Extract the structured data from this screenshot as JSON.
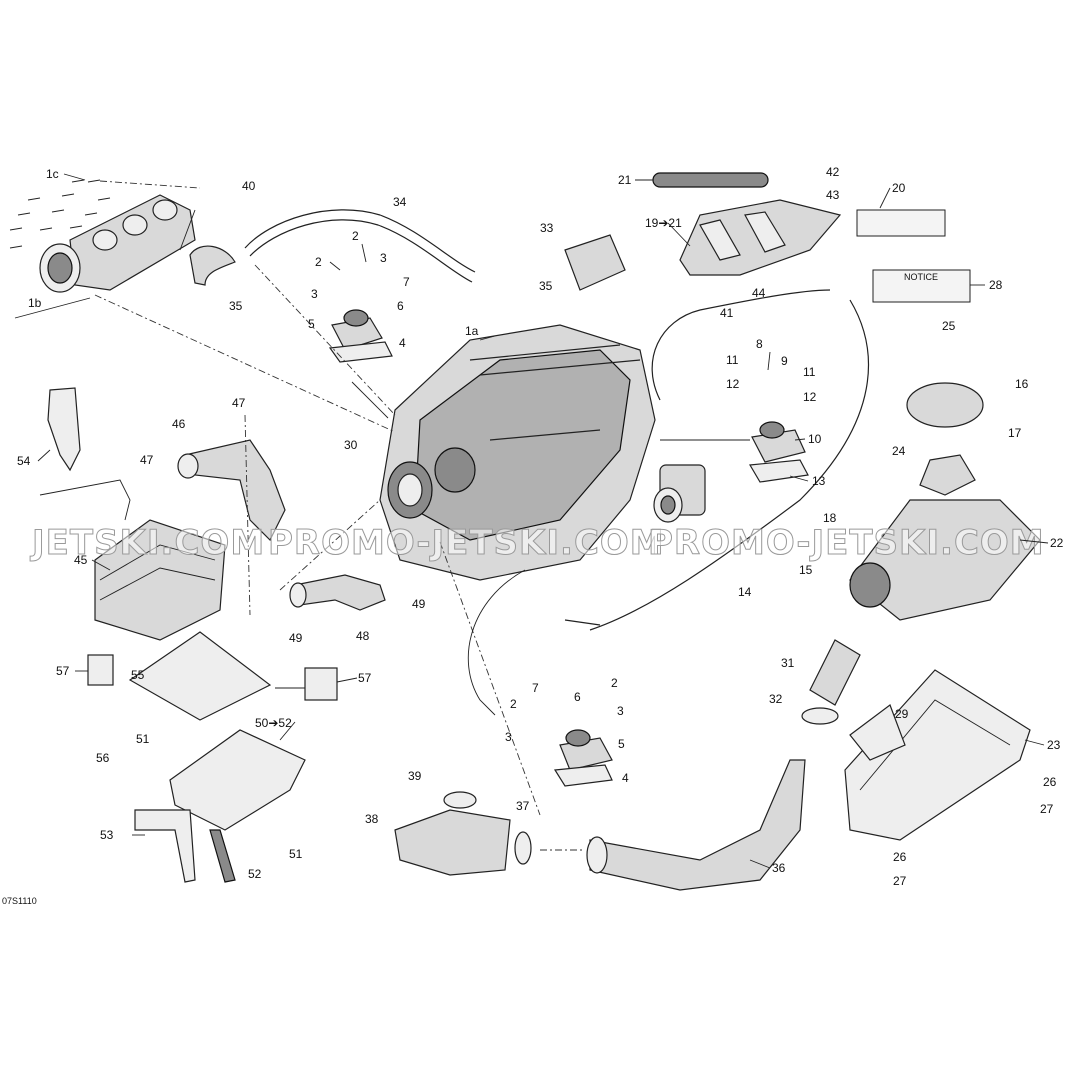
{
  "diagram": {
    "code": "07S1110",
    "watermarks": [
      "JETSKI.COM",
      "PROMO-JETSKI.COM",
      "PROMO-JETSKI.COM"
    ],
    "callouts": [
      {
        "id": "c1c",
        "text": "1c"
      },
      {
        "id": "c1b",
        "text": "1b"
      },
      {
        "id": "c1a",
        "text": "1a"
      },
      {
        "id": "c2a",
        "text": "2"
      },
      {
        "id": "c2b",
        "text": "2"
      },
      {
        "id": "c2c",
        "text": "2"
      },
      {
        "id": "c2d",
        "text": "2"
      },
      {
        "id": "c3a",
        "text": "3"
      },
      {
        "id": "c3b",
        "text": "3"
      },
      {
        "id": "c3c",
        "text": "3"
      },
      {
        "id": "c3d",
        "text": "3"
      },
      {
        "id": "c4a",
        "text": "4"
      },
      {
        "id": "c4b",
        "text": "4"
      },
      {
        "id": "c5a",
        "text": "5"
      },
      {
        "id": "c5b",
        "text": "5"
      },
      {
        "id": "c6a",
        "text": "6"
      },
      {
        "id": "c6b",
        "text": "6"
      },
      {
        "id": "c7a",
        "text": "7"
      },
      {
        "id": "c7b",
        "text": "7"
      },
      {
        "id": "c8",
        "text": "8"
      },
      {
        "id": "c9",
        "text": "9"
      },
      {
        "id": "c10",
        "text": "10"
      },
      {
        "id": "c11a",
        "text": "11"
      },
      {
        "id": "c11b",
        "text": "11"
      },
      {
        "id": "c12a",
        "text": "12"
      },
      {
        "id": "c12b",
        "text": "12"
      },
      {
        "id": "c13",
        "text": "13"
      },
      {
        "id": "c14",
        "text": "14"
      },
      {
        "id": "c15",
        "text": "15"
      },
      {
        "id": "c16",
        "text": "16"
      },
      {
        "id": "c17",
        "text": "17"
      },
      {
        "id": "c18",
        "text": "18"
      },
      {
        "id": "c1921",
        "text": "19➔21"
      },
      {
        "id": "c20",
        "text": "20"
      },
      {
        "id": "c21",
        "text": "21"
      },
      {
        "id": "c22",
        "text": "22"
      },
      {
        "id": "c23",
        "text": "23"
      },
      {
        "id": "c24",
        "text": "24"
      },
      {
        "id": "c25",
        "text": "25"
      },
      {
        "id": "c26a",
        "text": "26"
      },
      {
        "id": "c26b",
        "text": "26"
      },
      {
        "id": "c27a",
        "text": "27"
      },
      {
        "id": "c27b",
        "text": "27"
      },
      {
        "id": "c28",
        "text": "28"
      },
      {
        "id": "c29",
        "text": "29"
      },
      {
        "id": "c30",
        "text": "30"
      },
      {
        "id": "c31",
        "text": "31"
      },
      {
        "id": "c32",
        "text": "32"
      },
      {
        "id": "c33",
        "text": "33"
      },
      {
        "id": "c34",
        "text": "34"
      },
      {
        "id": "c35a",
        "text": "35"
      },
      {
        "id": "c35b",
        "text": "35"
      },
      {
        "id": "c36",
        "text": "36"
      },
      {
        "id": "c37",
        "text": "37"
      },
      {
        "id": "c38",
        "text": "38"
      },
      {
        "id": "c39",
        "text": "39"
      },
      {
        "id": "c40",
        "text": "40"
      },
      {
        "id": "c41",
        "text": "41"
      },
      {
        "id": "c42",
        "text": "42"
      },
      {
        "id": "c43",
        "text": "43"
      },
      {
        "id": "c44",
        "text": "44"
      },
      {
        "id": "c45",
        "text": "45"
      },
      {
        "id": "c46",
        "text": "46"
      },
      {
        "id": "c47a",
        "text": "47"
      },
      {
        "id": "c47b",
        "text": "47"
      },
      {
        "id": "c48",
        "text": "48"
      },
      {
        "id": "c49a",
        "text": "49"
      },
      {
        "id": "c49b",
        "text": "49"
      },
      {
        "id": "c5052",
        "text": "50➔52"
      },
      {
        "id": "c51a",
        "text": "51"
      },
      {
        "id": "c51b",
        "text": "51"
      },
      {
        "id": "c52",
        "text": "52"
      },
      {
        "id": "c53",
        "text": "53"
      },
      {
        "id": "c54",
        "text": "54"
      },
      {
        "id": "c55",
        "text": "55"
      },
      {
        "id": "c56",
        "text": "56"
      },
      {
        "id": "c57a",
        "text": "57"
      },
      {
        "id": "c57b",
        "text": "57"
      }
    ],
    "notice_label": "NOTICE",
    "colors": {
      "line": "#222222",
      "fill": "#d9d9d9",
      "watermark": "#9a9a9a"
    }
  }
}
